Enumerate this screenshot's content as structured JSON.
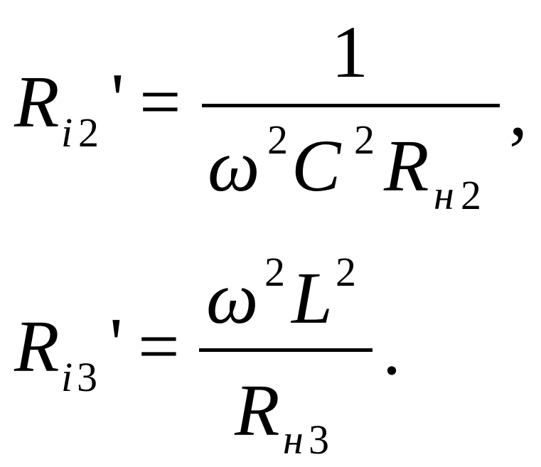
{
  "formula1": {
    "lhs_symbol": "R",
    "lhs_sub_var": "i",
    "lhs_sub_num": "2",
    "prime": "'",
    "equals": "=",
    "numerator": "1",
    "den_omega": "ω",
    "den_omega_exp": "2",
    "den_c": "C",
    "den_c_exp": "2",
    "den_r": "R",
    "den_r_sub_var": "н",
    "den_r_sub_num": "2",
    "trailing_punct": ","
  },
  "formula2": {
    "lhs_symbol": "R",
    "lhs_sub_var": "i",
    "lhs_sub_num": "3",
    "prime": "'",
    "equals": "=",
    "num_omega": "ω",
    "num_omega_exp": "2",
    "num_l": "L",
    "num_l_exp": "2",
    "den_r": "R",
    "den_r_sub_var": "н",
    "den_r_sub_num": "3",
    "trailing_punct": "."
  },
  "colors": {
    "text": "#000000",
    "background": "#ffffff"
  }
}
